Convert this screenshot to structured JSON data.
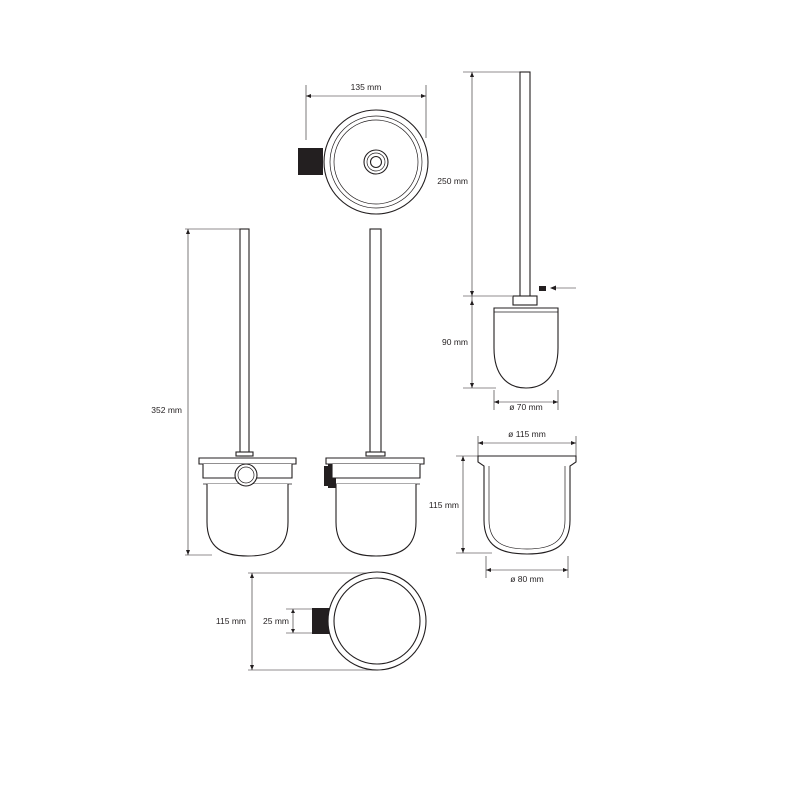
{
  "diagram": {
    "labels": {
      "top_width": "135 mm",
      "brush_length": "250 mm",
      "head_height": "90 mm",
      "head_diameter": "ø 70 mm",
      "total_height": "352 mm",
      "cup_top_diameter": "ø 115 mm",
      "cup_height": "115 mm",
      "cup_bottom_diameter": "ø 80 mm",
      "bottom_depth": "115 mm",
      "mount_height": "25 mm"
    },
    "colors": {
      "line": "#231f20",
      "background": "#ffffff"
    }
  }
}
